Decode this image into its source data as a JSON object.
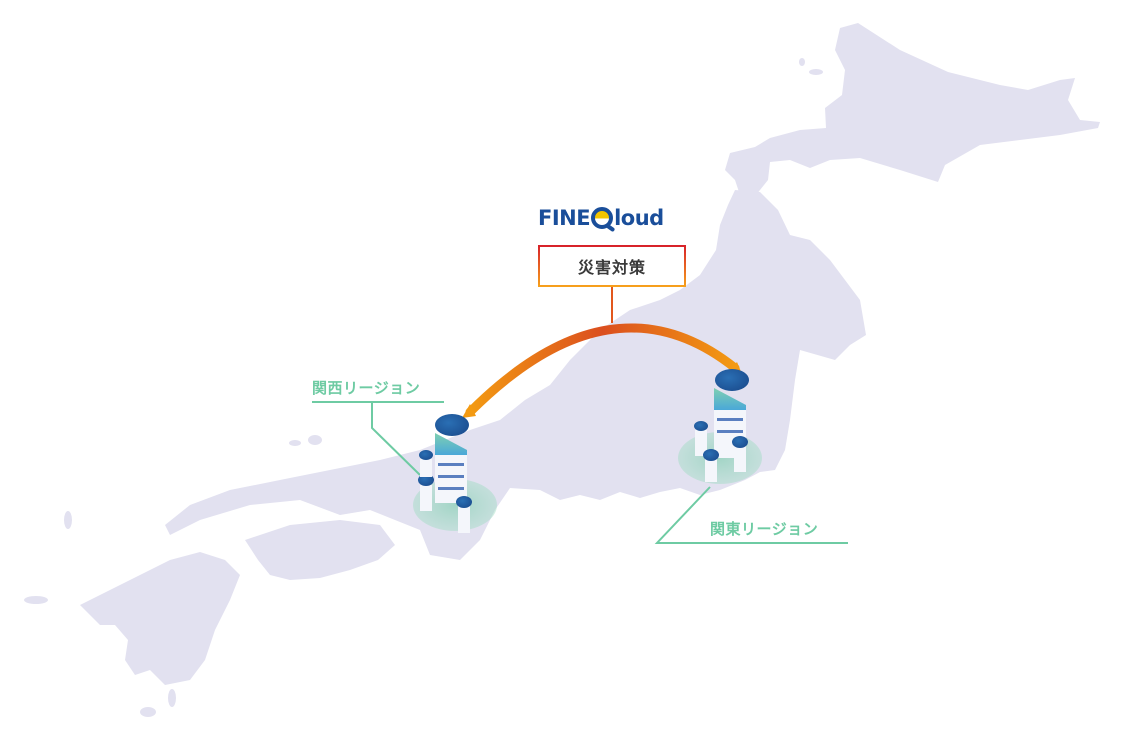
{
  "logo": {
    "prefix": "FINE",
    "suffix": "loud",
    "brand_color": "#1a4e9a",
    "accent_color": "#f3c400"
  },
  "disaster_box": {
    "label": "災害対策",
    "border_gradient": [
      "#d7202a",
      "#f7a21b"
    ]
  },
  "regions": [
    {
      "id": "kansai",
      "label": "関西リージョン",
      "icon": "cloud-server-cluster-icon"
    },
    {
      "id": "kanto",
      "label": "関東リージョン",
      "icon": "cloud-server-cluster-icon"
    }
  ],
  "colors": {
    "land": "#e2e1f0",
    "leader_line": "#6ecba3",
    "arrow_start": "#f39a12",
    "arrow_mid": "#db4f1f"
  },
  "map": {
    "subject": "Japan",
    "arrow": "bidirectional-replication-arrow"
  }
}
